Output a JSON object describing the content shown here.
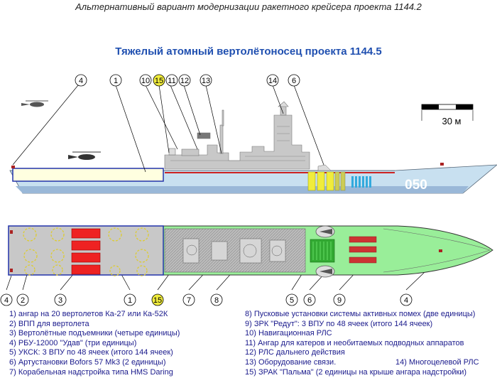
{
  "header": {
    "title": "Альтернативный вариант модернизации ракетного крейсера проекта 1144.2",
    "subtitle": "Тяжелый атомный вертолётоносец проекта 1144.5"
  },
  "hull_number": "050",
  "scale_label": "30 м",
  "side_callouts": [
    "4",
    "1",
    "10",
    "15",
    "11",
    "12",
    "13",
    "14",
    "6"
  ],
  "plan_callouts": [
    "4",
    "2",
    "3",
    "1",
    "15",
    "7",
    "8",
    "5",
    "6",
    "9",
    "4"
  ],
  "legend": {
    "left": [
      "1) ангар на 20 вертолетов Ка-27 или Ка-52К",
      "2) ВПП для вертолета",
      "3) Вертолётные подъемники (четыре единицы)",
      "4) РБУ-12000 \"Удав\" (три единицы)",
      "5) УКСК: 3 ВПУ по 48 ячеек (итого 144 ячеек)",
      "6) Артустановки Bofors 57 Mk3 (2 единицы)",
      "7) Корабельная надстройка типа HMS Daring"
    ],
    "right": [
      "8) Пусковые установки системы активных помех (две единицы)",
      "9) ЗРК \"Редут\": 3 ВПУ по 48 ячеек (итого 144 ячеек)",
      "10) Навигационная РЛС",
      "11) Ангар для катеров и необитаемых подводных аппаратов",
      "12) РЛС дальнего действия",
      "13) Оборудование связи.",
      "15) ЗРАК \"Пальма\" (2 единицы на крыше ангара надстройки)"
    ],
    "extra": "14) Многоцелевой РЛС"
  },
  "colors": {
    "hull_light": "#c8e0f0",
    "hull_dark": "#9ab8d8",
    "waterline": "#cc2222",
    "superstructure": "#c8c8c8",
    "hangar_fill": "#ffffe0",
    "hangar_stroke": "#2233aa",
    "callout_highlight": "#f0ec3c",
    "title_blue": "#1f4fb0"
  }
}
